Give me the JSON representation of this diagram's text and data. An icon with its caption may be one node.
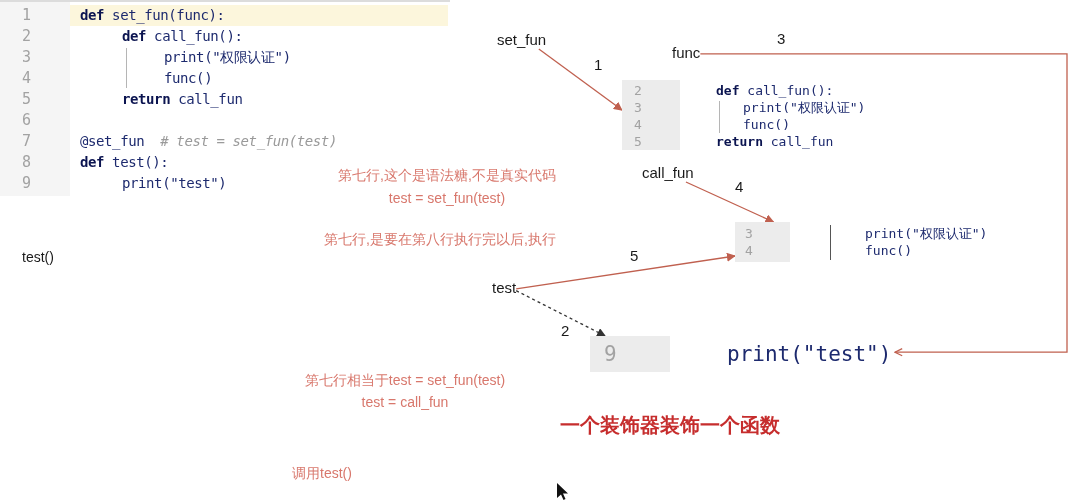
{
  "diagram": {
    "nodes": [
      {
        "text": [
          "1",
          "**def** set_fun(func):",
          "2",
          "**def** call_fun():",
          "3",
          "print(\"权限认证\")",
          "4",
          "func()",
          "5",
          "**return** call_fun",
          "6",
          "7",
          "@set_fun  *# test = set_fun(test)*",
          "8",
          "**def** test():",
          "9",
          "print(\"test\")"
        ]
      },
      {
        "text": [
          "set_fun"
        ]
      },
      {
        "text": [
          "func"
        ]
      },
      {
        "text": [
          "2",
          "**def** call_fun():",
          "3",
          "print(\"权限认证\")",
          "4",
          "func()",
          "5",
          "**return** call_fun"
        ]
      },
      {
        "text": [
          "call_fun"
        ]
      },
      {
        "text": [
          "3",
          "print(\"权限认证\")",
          "4",
          "func()"
        ]
      },
      {
        "text": [
          "test"
        ]
      },
      {
        "text": [
          "9",
          "print(\"test\")"
        ]
      }
    ],
    "edges": [
      {
        "from": 1,
        "to": 3,
        "arrow": "to",
        "label": "1"
      },
      {
        "from": 6,
        "to": 7,
        "arrow": "to",
        "label": "2",
        "style": "dashed",
        "color": "#333333"
      },
      {
        "from": 2,
        "to": 7,
        "arrow": "to",
        "label": "3"
      },
      {
        "from": 4,
        "to": 5,
        "arrow": "to",
        "label": "4"
      },
      {
        "from": 6,
        "to": 5,
        "arrow": "to",
        "label": "5"
      }
    ],
    "labels": [
      "第七行,这个是语法糖,不是真实代码",
      "test = set_fun(test)",
      "第七行,是要在第八行执行完以后,执行",
      "test()",
      "第七行相当于test = set_fun(test)",
      "test = call_fun",
      "一个装饰器装饰一个函数",
      "调用test()"
    ]
  }
}
